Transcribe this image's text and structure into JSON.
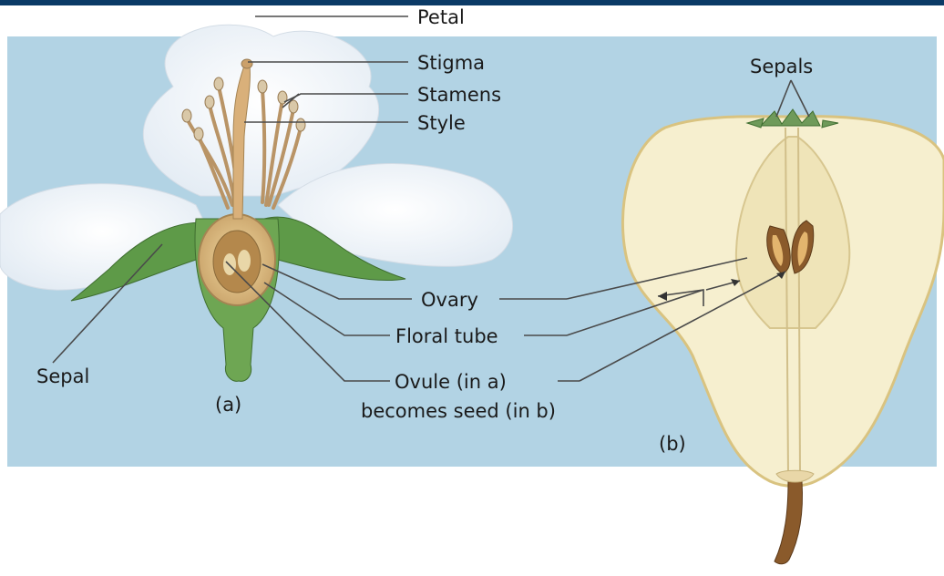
{
  "colors": {
    "top_bar": "#0b3a66",
    "background_panel": "#b2d3e4",
    "petal": "#ffffff",
    "sepal_green": "#5e9a48",
    "pear_flesh": "#f6efcf",
    "pear_skin": "#e6d49a",
    "seed": "#8a5a2b",
    "stem": "#8a5a2b"
  },
  "labels": {
    "petal": "Petal",
    "stigma": "Stigma",
    "stamens": "Stamens",
    "style": "Style",
    "ovary": "Ovary",
    "floral_tube": "Floral tube",
    "ovule_line1": "Ovule (in a)",
    "ovule_line2": "becomes seed (in b)",
    "sepal": "Sepal",
    "sepals": "Sepals",
    "panel_a": "(a)",
    "panel_b": "(b)"
  }
}
